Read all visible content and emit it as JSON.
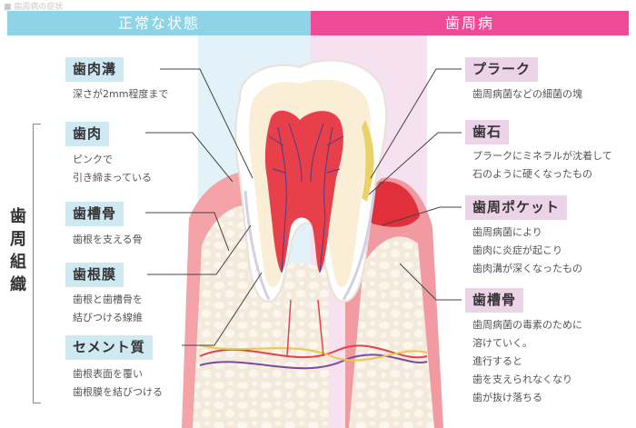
{
  "caption": "■ 歯周病の症状",
  "headers": {
    "normal": "正常な状態",
    "disease": "歯周病"
  },
  "side_title": "歯周組織",
  "left_labels": [
    {
      "title": "歯肉溝",
      "desc": "深さが2mm程度まで"
    },
    {
      "title": "歯肉",
      "desc": "ピンクで\n引き締まっている"
    },
    {
      "title": "歯槽骨",
      "desc": "歯根を支える骨"
    },
    {
      "title": "歯根膜",
      "desc": "歯根と歯槽骨を\n結びつける線維"
    },
    {
      "title": "セメント質",
      "desc": "歯根表面を覆い\n歯根膜を結びつける"
    }
  ],
  "right_labels": [
    {
      "title": "プラーク",
      "desc": "歯周病菌などの細菌の塊"
    },
    {
      "title": "歯石",
      "desc": "プラークにミネラルが沈着して\n石のように硬くなったもの"
    },
    {
      "title": "歯周ポケット",
      "desc": "歯周病菌により\n歯肉に炎症が起こり\n歯肉溝が深くなったもの"
    },
    {
      "title": "歯槽骨",
      "desc": "歯周病菌の毒素のために\n溶けていく。\n進行すると\n歯を支えられなくなり\n歯が抜け落ちる"
    }
  ],
  "colors": {
    "normal_header": "#8fd3e6",
    "disease_header": "#ef4a96",
    "gum_healthy": "#f4a3a8",
    "gum_inflamed": "#e0303a",
    "enamel": "#ffffff",
    "dentin": "#fbeed6",
    "pulp": "#e8404a",
    "bone": "#f3eadb",
    "tartar": "#e9d26a"
  }
}
